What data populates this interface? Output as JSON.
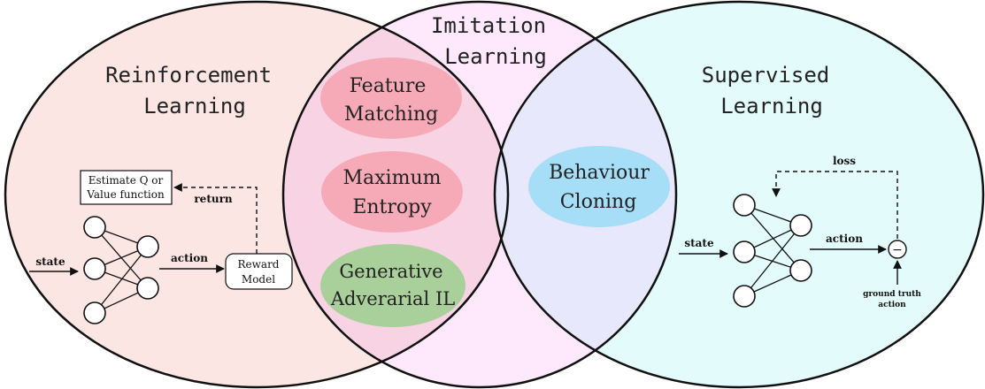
{
  "circles": {
    "rl": {
      "title_line1": "Reinforcement",
      "title_line2": "Learning",
      "fill": "#fce6e3"
    },
    "il": {
      "title_line1": "Imitation",
      "title_line2": "Learning",
      "fill": "#fde8fc"
    },
    "sl": {
      "title_line1": "Supervised",
      "title_line2": "Learning",
      "fill": "#e3fbfb"
    }
  },
  "overlaps": {
    "rl_il_fill": "#f8d3e3",
    "il_sl_fill": "#e7e8fb"
  },
  "methods": [
    {
      "line1": "Feature",
      "line2": "Matching",
      "color": "#f6aab7"
    },
    {
      "line1": "Maximum",
      "line2": "Entropy",
      "color": "#f6aab7"
    },
    {
      "line1": "Generative",
      "line2": "Adverarial IL",
      "color": "#a9cf9a"
    },
    {
      "line1": "Behaviour",
      "line2": "Cloning",
      "color": "#a5def6"
    }
  ],
  "rl_diagram": {
    "estimate_line1": "Estimate Q or",
    "estimate_line2": "Value function",
    "return_label": "return",
    "state_label": "state",
    "action_label": "action",
    "reward_line1": "Reward",
    "reward_line2": "Model"
  },
  "sl_diagram": {
    "loss_label": "loss",
    "state_label": "state",
    "action_label": "action",
    "minus_symbol": "−",
    "ground_truth_line1": "ground truth",
    "ground_truth_line2": "action"
  }
}
